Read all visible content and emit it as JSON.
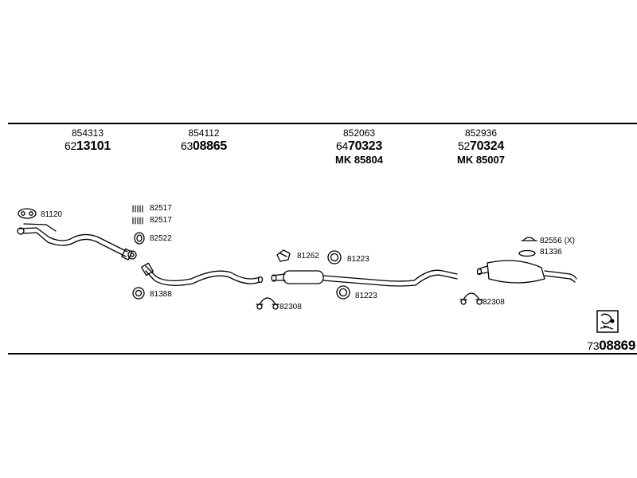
{
  "groups": [
    {
      "small": "854313",
      "prefix": "62",
      "main": "13101",
      "mk": ""
    },
    {
      "small": "854112",
      "prefix": "63",
      "main": "08865",
      "mk": ""
    },
    {
      "small": "852063",
      "prefix": "64",
      "main": "70323",
      "mk": "MK 85804"
    },
    {
      "small": "852936",
      "prefix": "52",
      "main": "70324",
      "mk": "MK 85007"
    }
  ],
  "parts": {
    "p81120": "81120",
    "p82517a": "82517",
    "p82517b": "82517",
    "p82522": "82522",
    "p81388": "81388",
    "p81262": "81262",
    "p81223a": "81223",
    "p81223b": "81223",
    "p82308a": "82308",
    "p82308b": "82308",
    "p82556": "82556 (X)",
    "p81336": "81336"
  },
  "kit": {
    "prefix": "73",
    "main": "08869"
  }
}
